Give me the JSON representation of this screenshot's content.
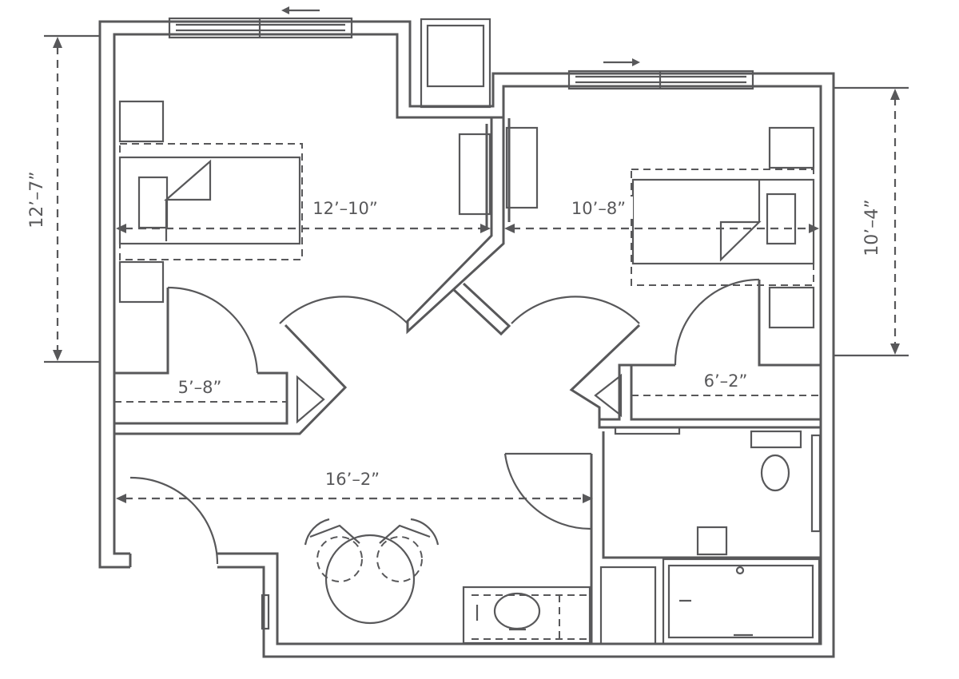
{
  "colors": {
    "line": "#58585a",
    "background": "#ffffff"
  },
  "dimensions": {
    "bedroom_left_height": "12’–7”",
    "bedroom_left_width": "12’–10”",
    "bedroom_right_width": "10’–8”",
    "bedroom_right_height": "10’–4”",
    "closet_left": "5’–8”",
    "closet_right": "6’–2”",
    "living_width": "16’–2”"
  }
}
